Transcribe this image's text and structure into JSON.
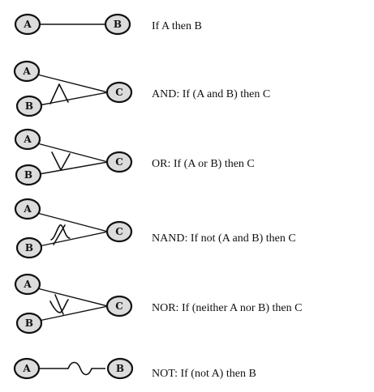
{
  "rules": [
    {
      "id": "if-then",
      "nodes": [
        "A",
        "B"
      ],
      "symbol": null,
      "text": "If A then B"
    },
    {
      "id": "and",
      "nodes": [
        "A",
        "B",
        "C"
      ],
      "symbol": "and",
      "text": "AND: If (A and B) then C"
    },
    {
      "id": "or",
      "nodes": [
        "A",
        "B",
        "C"
      ],
      "symbol": "or",
      "text": "OR: If (A or B) then C"
    },
    {
      "id": "nand",
      "nodes": [
        "A",
        "B",
        "C"
      ],
      "symbol": "nand",
      "text": "NAND: If not (A and B) then C"
    },
    {
      "id": "nor",
      "nodes": [
        "A",
        "B",
        "C"
      ],
      "symbol": "nor",
      "text": "NOR: If (neither A nor B) then C"
    },
    {
      "id": "not",
      "nodes": [
        "A",
        "B"
      ],
      "symbol": "not",
      "text": "NOT: If (not A) then B"
    }
  ],
  "colors": {
    "node_fill": "#dcdcdc",
    "stroke": "#111111"
  }
}
